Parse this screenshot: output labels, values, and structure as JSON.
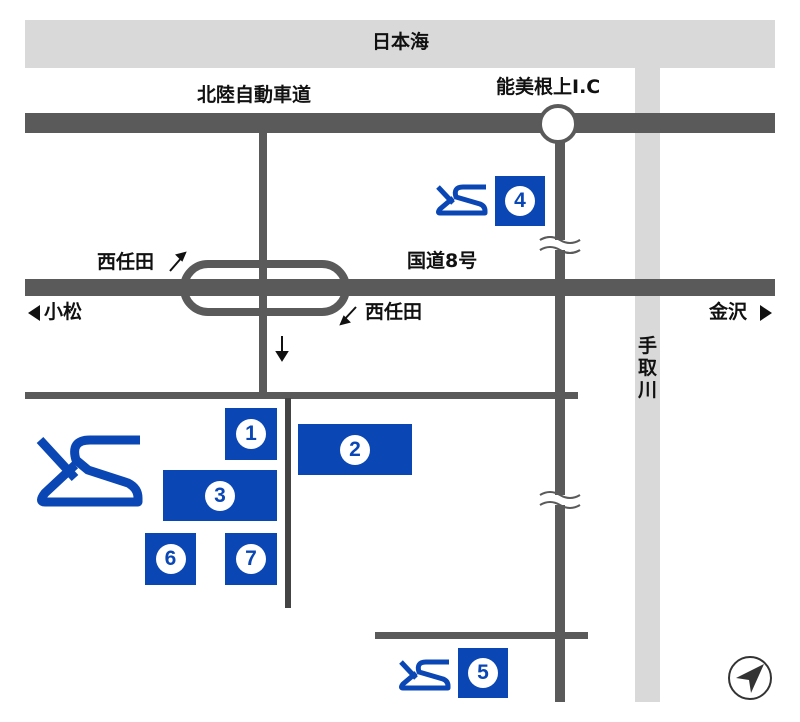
{
  "labels": {
    "sea": "日本海",
    "expressway": "北陸自動車道",
    "interchange": "能美根上I.C",
    "route8": "国道8号",
    "nishitoda_1": "西任田",
    "nishitoda_2": "西任田",
    "komatsu": "小松",
    "kanazawa": "金沢",
    "river": "手取川"
  },
  "locations": [
    {
      "number": "1"
    },
    {
      "number": "2"
    },
    {
      "number": "3"
    },
    {
      "number": "4"
    },
    {
      "number": "5"
    },
    {
      "number": "6"
    },
    {
      "number": "7"
    }
  ],
  "logo_text": "YS",
  "colors": {
    "brand": "#0a47b5",
    "road": "#5a5a5a",
    "sea": "#d9d9d9"
  }
}
